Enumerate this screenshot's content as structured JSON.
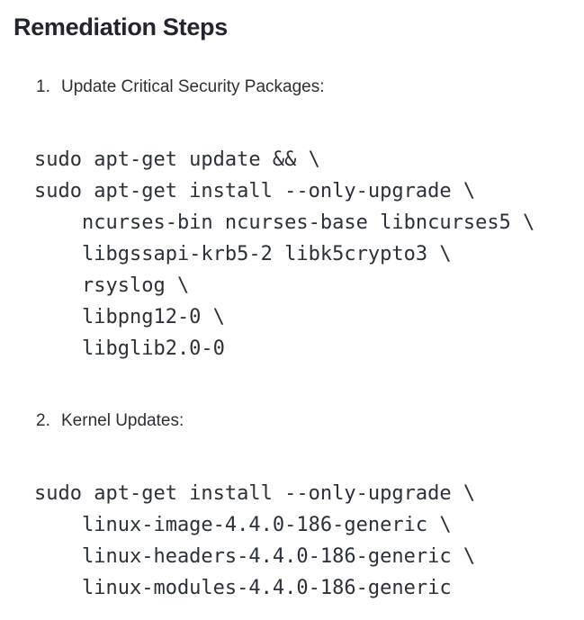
{
  "document": {
    "title": "Remediation Steps",
    "steps": [
      {
        "number": "1.",
        "label": "Update Critical Security Packages:",
        "code": "sudo apt-get update && \\\nsudo apt-get install --only-upgrade \\\n    ncurses-bin ncurses-base libncurses5 \\\n    libgssapi-krb5-2 libk5crypto3 \\\n    rsyslog \\\n    libpng12-0 \\\n    libglib2.0-0"
      },
      {
        "number": "2.",
        "label": "Kernel Updates:",
        "code": "sudo apt-get install --only-upgrade \\\n    linux-image-4.4.0-186-generic \\\n    linux-headers-4.4.0-186-generic \\\n    linux-modules-4.4.0-186-generic"
      }
    ]
  },
  "colors": {
    "background": "#ffffff",
    "heading": "#20252e",
    "body_text": "#2a2f38",
    "code_text": "#2b313a"
  }
}
